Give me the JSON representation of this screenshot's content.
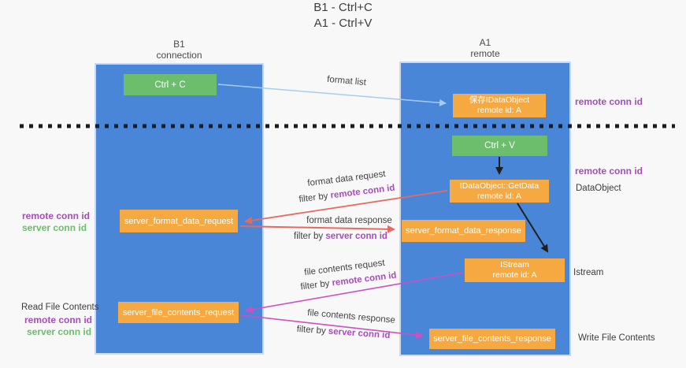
{
  "title": {
    "line1": "B1 - Ctrl+C",
    "line2": "A1 - Ctrl+V"
  },
  "lanes": {
    "left": {
      "name": "B1",
      "subtitle": "connection"
    },
    "right": {
      "name": "A1",
      "subtitle": "remote"
    }
  },
  "boxes": {
    "ctrl_c": "Ctrl + C",
    "ctrl_v": "Ctrl + V",
    "save_dataobject_line1": "保存IDataObject",
    "save_dataobject_line2": "remote id: A",
    "getdata_line1": "IDataObject::GetData",
    "getdata_line2": "remote id: A",
    "format_request": "server_format_data_request",
    "format_response": "server_format_data_response",
    "istream_line1": "IStream",
    "istream_line2": "remote id: A",
    "file_request": "server_file_contents_request",
    "file_response": "server_file_contents_response"
  },
  "flow_labels": {
    "format_list": "format list",
    "format_data_request": "format data request",
    "format_data_response": "format data response",
    "file_contents_request": "file contents request",
    "file_contents_response": "file contents response",
    "filter_by": "filter by",
    "remote_conn_id": "remote conn id",
    "server_conn_id": "server conn id"
  },
  "side_labels": {
    "remote_conn_id": "remote conn id",
    "server_conn_id": "server conn id",
    "read_file_contents": "Read File Contents",
    "dataobject": "DataObject",
    "istream": "Istream",
    "write_file_contents": "Write File Contents"
  },
  "colors": {
    "lane_blue": "#4a86d8",
    "box_green": "#6cbe6c",
    "box_orange": "#f7a941",
    "purple_text": "#a64dbb",
    "green_text": "#6abf69",
    "arrow_light_blue": "#a6cdef",
    "arrow_salmon": "#e8695f",
    "arrow_magenta": "#cc4fc4",
    "arrow_black": "#1f1f1f"
  }
}
